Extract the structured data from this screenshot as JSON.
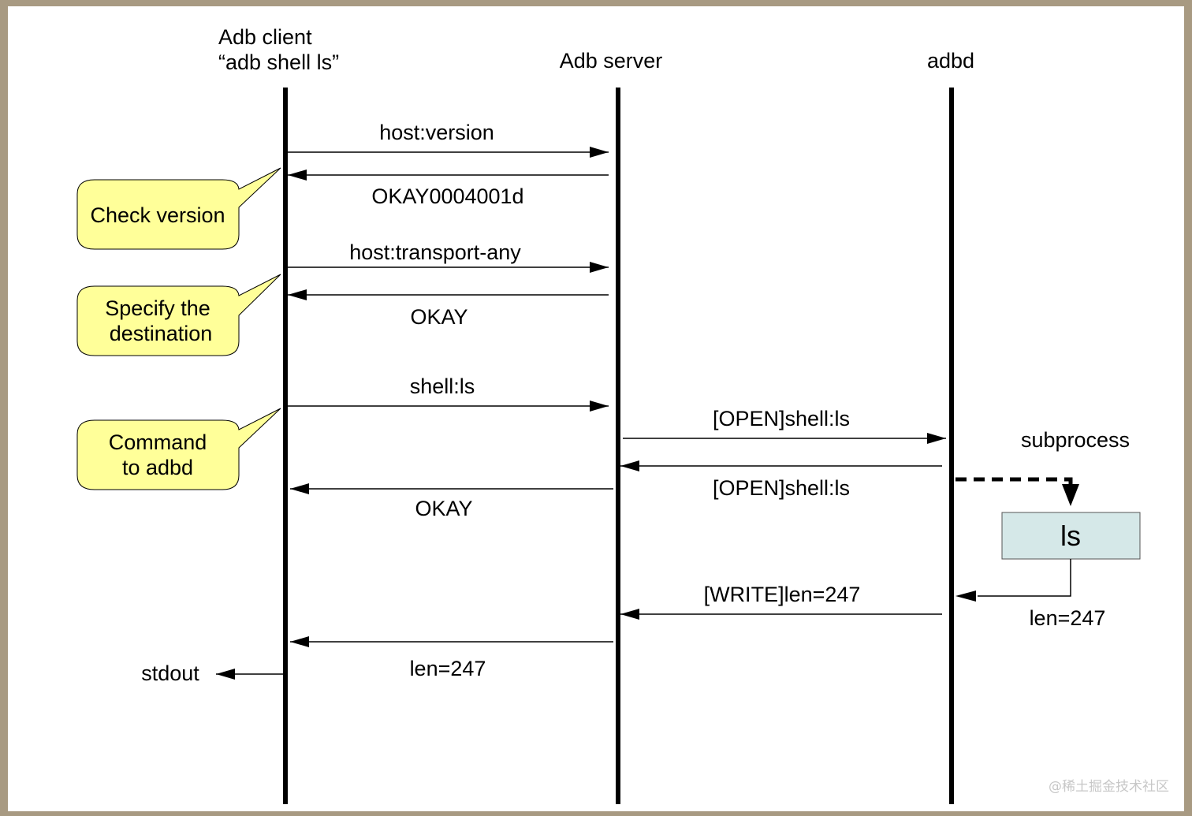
{
  "participants": {
    "client_line1": "Adb client",
    "client_line2": "“adb shell ls”",
    "server": "Adb server",
    "adbd": "adbd"
  },
  "messages": {
    "host_version": "host:version",
    "okay_version": "OKAY0004001d",
    "host_transport": "host:transport-any",
    "okay_transport": "OKAY",
    "shell_ls": "shell:ls",
    "open_shell_ls_request": "[OPEN]shell:ls",
    "open_shell_ls_reply": "[OPEN]shell:ls",
    "okay_shell": "OKAY",
    "write_len": "[WRITE]len=247",
    "len_client": "len=247",
    "len_ls": "len=247",
    "stdout": "stdout",
    "subprocess": "subprocess",
    "ls_box": "ls"
  },
  "callouts": {
    "check_version": "Check version",
    "specify_line1": "Specify the",
    "specify_line2": "destination",
    "command_line1": "Command",
    "command_line2": "to adbd"
  },
  "watermark": "@稀土掘金技术社区",
  "colors": {
    "callout_fill": "#ffff99",
    "ls_box_fill": "#d5e8e8"
  }
}
